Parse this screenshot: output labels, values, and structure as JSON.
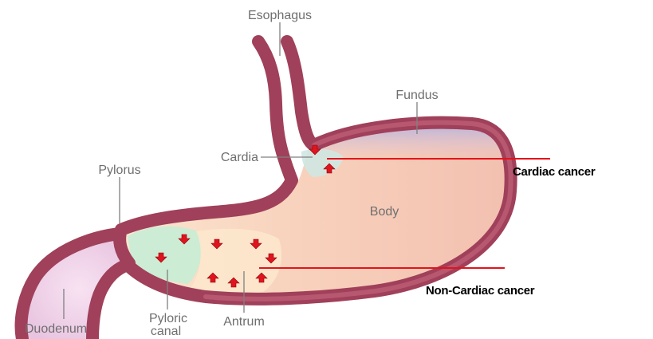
{
  "labels": {
    "esophagus": "Esophagus",
    "fundus": "Fundus",
    "cardia": "Cardia",
    "pylorus": "Pylorus",
    "body": "Body",
    "duodenum": "Duodenum",
    "pyloric_line1": "Pyloric",
    "pyloric_line2": "canal",
    "antrum": "Antrum"
  },
  "annotations": {
    "cardiac_cancer": "Cardiac cancer",
    "non_cardiac_cancer": "Non-Cardiac cancer"
  },
  "colors": {
    "wall": "#a0405a",
    "body_fill": "#f7cdb6",
    "fundus_fill": "#c7c3e3",
    "cardia_fill": "#cfe7e2",
    "antrum_fill": "#fde8cc",
    "pyloric_fill": "#c9ecd5",
    "duodenum_fill": "#f1d4ec",
    "marker": "#e4131b"
  }
}
